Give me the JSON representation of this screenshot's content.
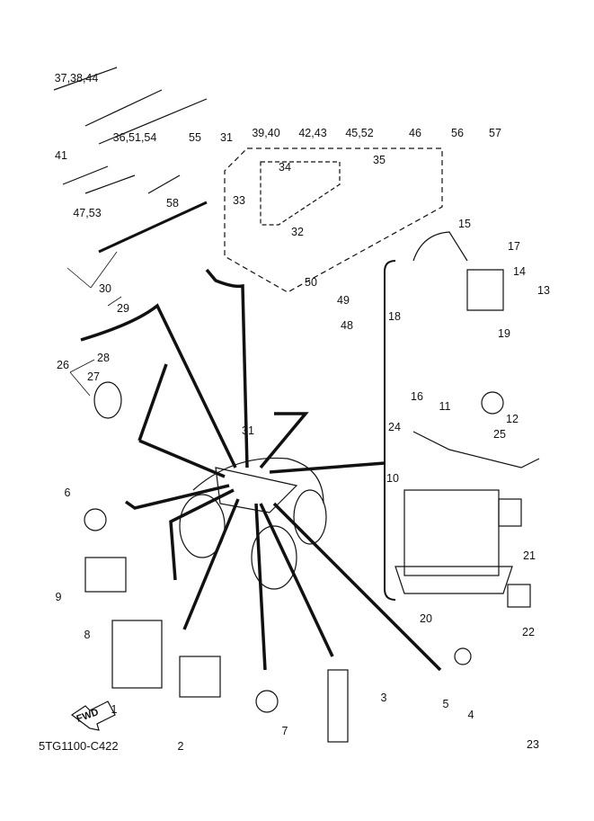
{
  "diagram_code": "5TG1100-C422",
  "fwd_label": "FWD",
  "callouts": [
    "37,38,44",
    "36,51,54",
    "55",
    "39,40",
    "42,43",
    "45,52",
    "46",
    "56",
    "57",
    "31",
    "34",
    "35",
    "33",
    "32",
    "41",
    "58",
    "47,53",
    "30",
    "29",
    "15",
    "17",
    "14",
    "13",
    "50",
    "49",
    "48",
    "18",
    "19",
    "16",
    "11",
    "12",
    "26",
    "28",
    "27",
    "31",
    "24",
    "25",
    "10",
    "6",
    "21",
    "9",
    "8",
    "20",
    "22",
    "1",
    "2",
    "7",
    "3",
    "5",
    "4",
    "23"
  ]
}
